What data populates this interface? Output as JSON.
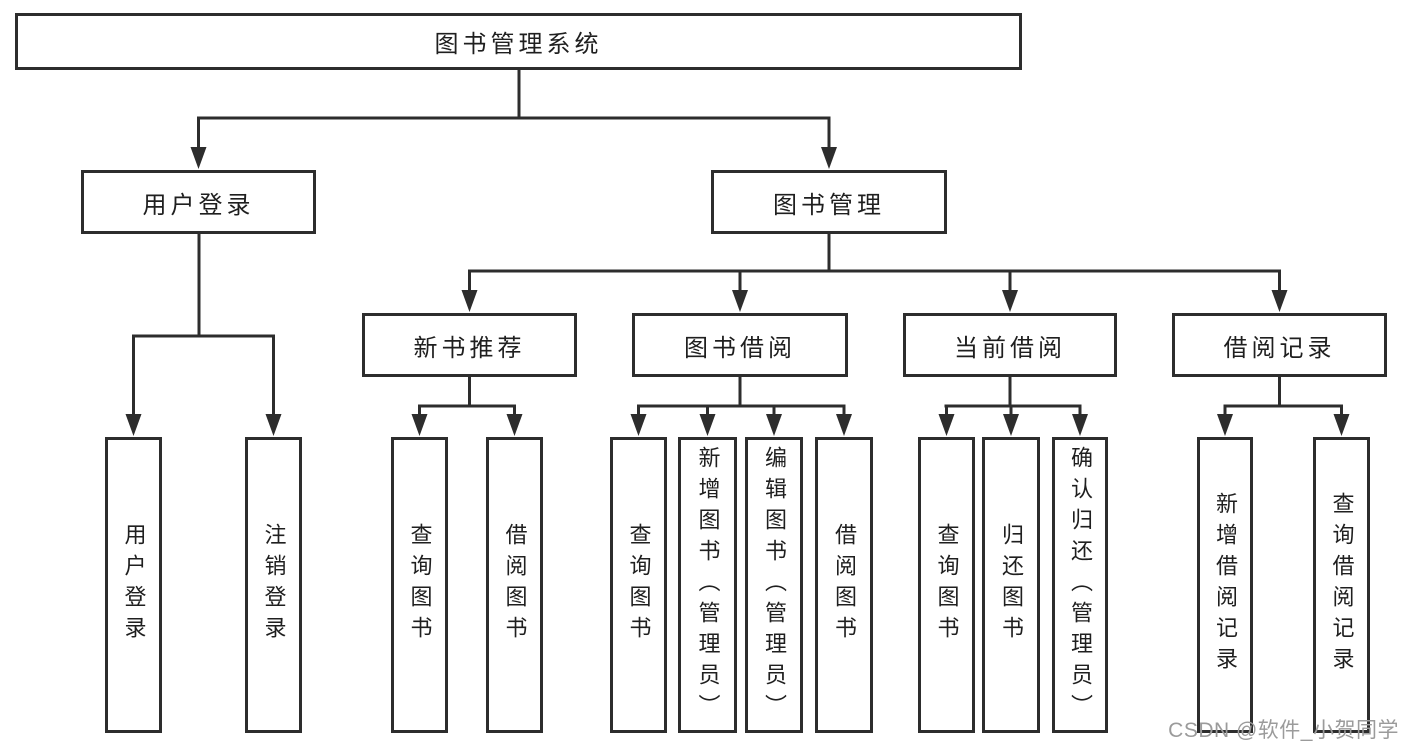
{
  "tree": {
    "label": "图书管理系统",
    "children": [
      {
        "label": "用户登录",
        "children": [
          {
            "label": "用户登录"
          },
          {
            "label": "注销登录"
          }
        ]
      },
      {
        "label": "图书管理",
        "children": [
          {
            "label": "新书推荐",
            "children": [
              {
                "label": "查询图书"
              },
              {
                "label": "借阅图书"
              }
            ]
          },
          {
            "label": "图书借阅",
            "children": [
              {
                "label": "查询图书"
              },
              {
                "label": "新增图书（管理员）"
              },
              {
                "label": "编辑图书（管理员）"
              },
              {
                "label": "借阅图书"
              }
            ]
          },
          {
            "label": "当前借阅",
            "children": [
              {
                "label": "查询图书"
              },
              {
                "label": "归还图书"
              },
              {
                "label": "确认归还（管理员）"
              }
            ]
          },
          {
            "label": "借阅记录",
            "children": [
              {
                "label": "新增借阅记录"
              },
              {
                "label": "查询借阅记录"
              }
            ]
          }
        ]
      }
    ]
  },
  "watermark": "CSDN @软件_小贺同学",
  "colors": {
    "line": "#2d2d2d",
    "box_border": "#2d2d2d",
    "text": "#1f1f1f",
    "watermark_text": "#9b9b9b",
    "background": "#ffffff"
  }
}
